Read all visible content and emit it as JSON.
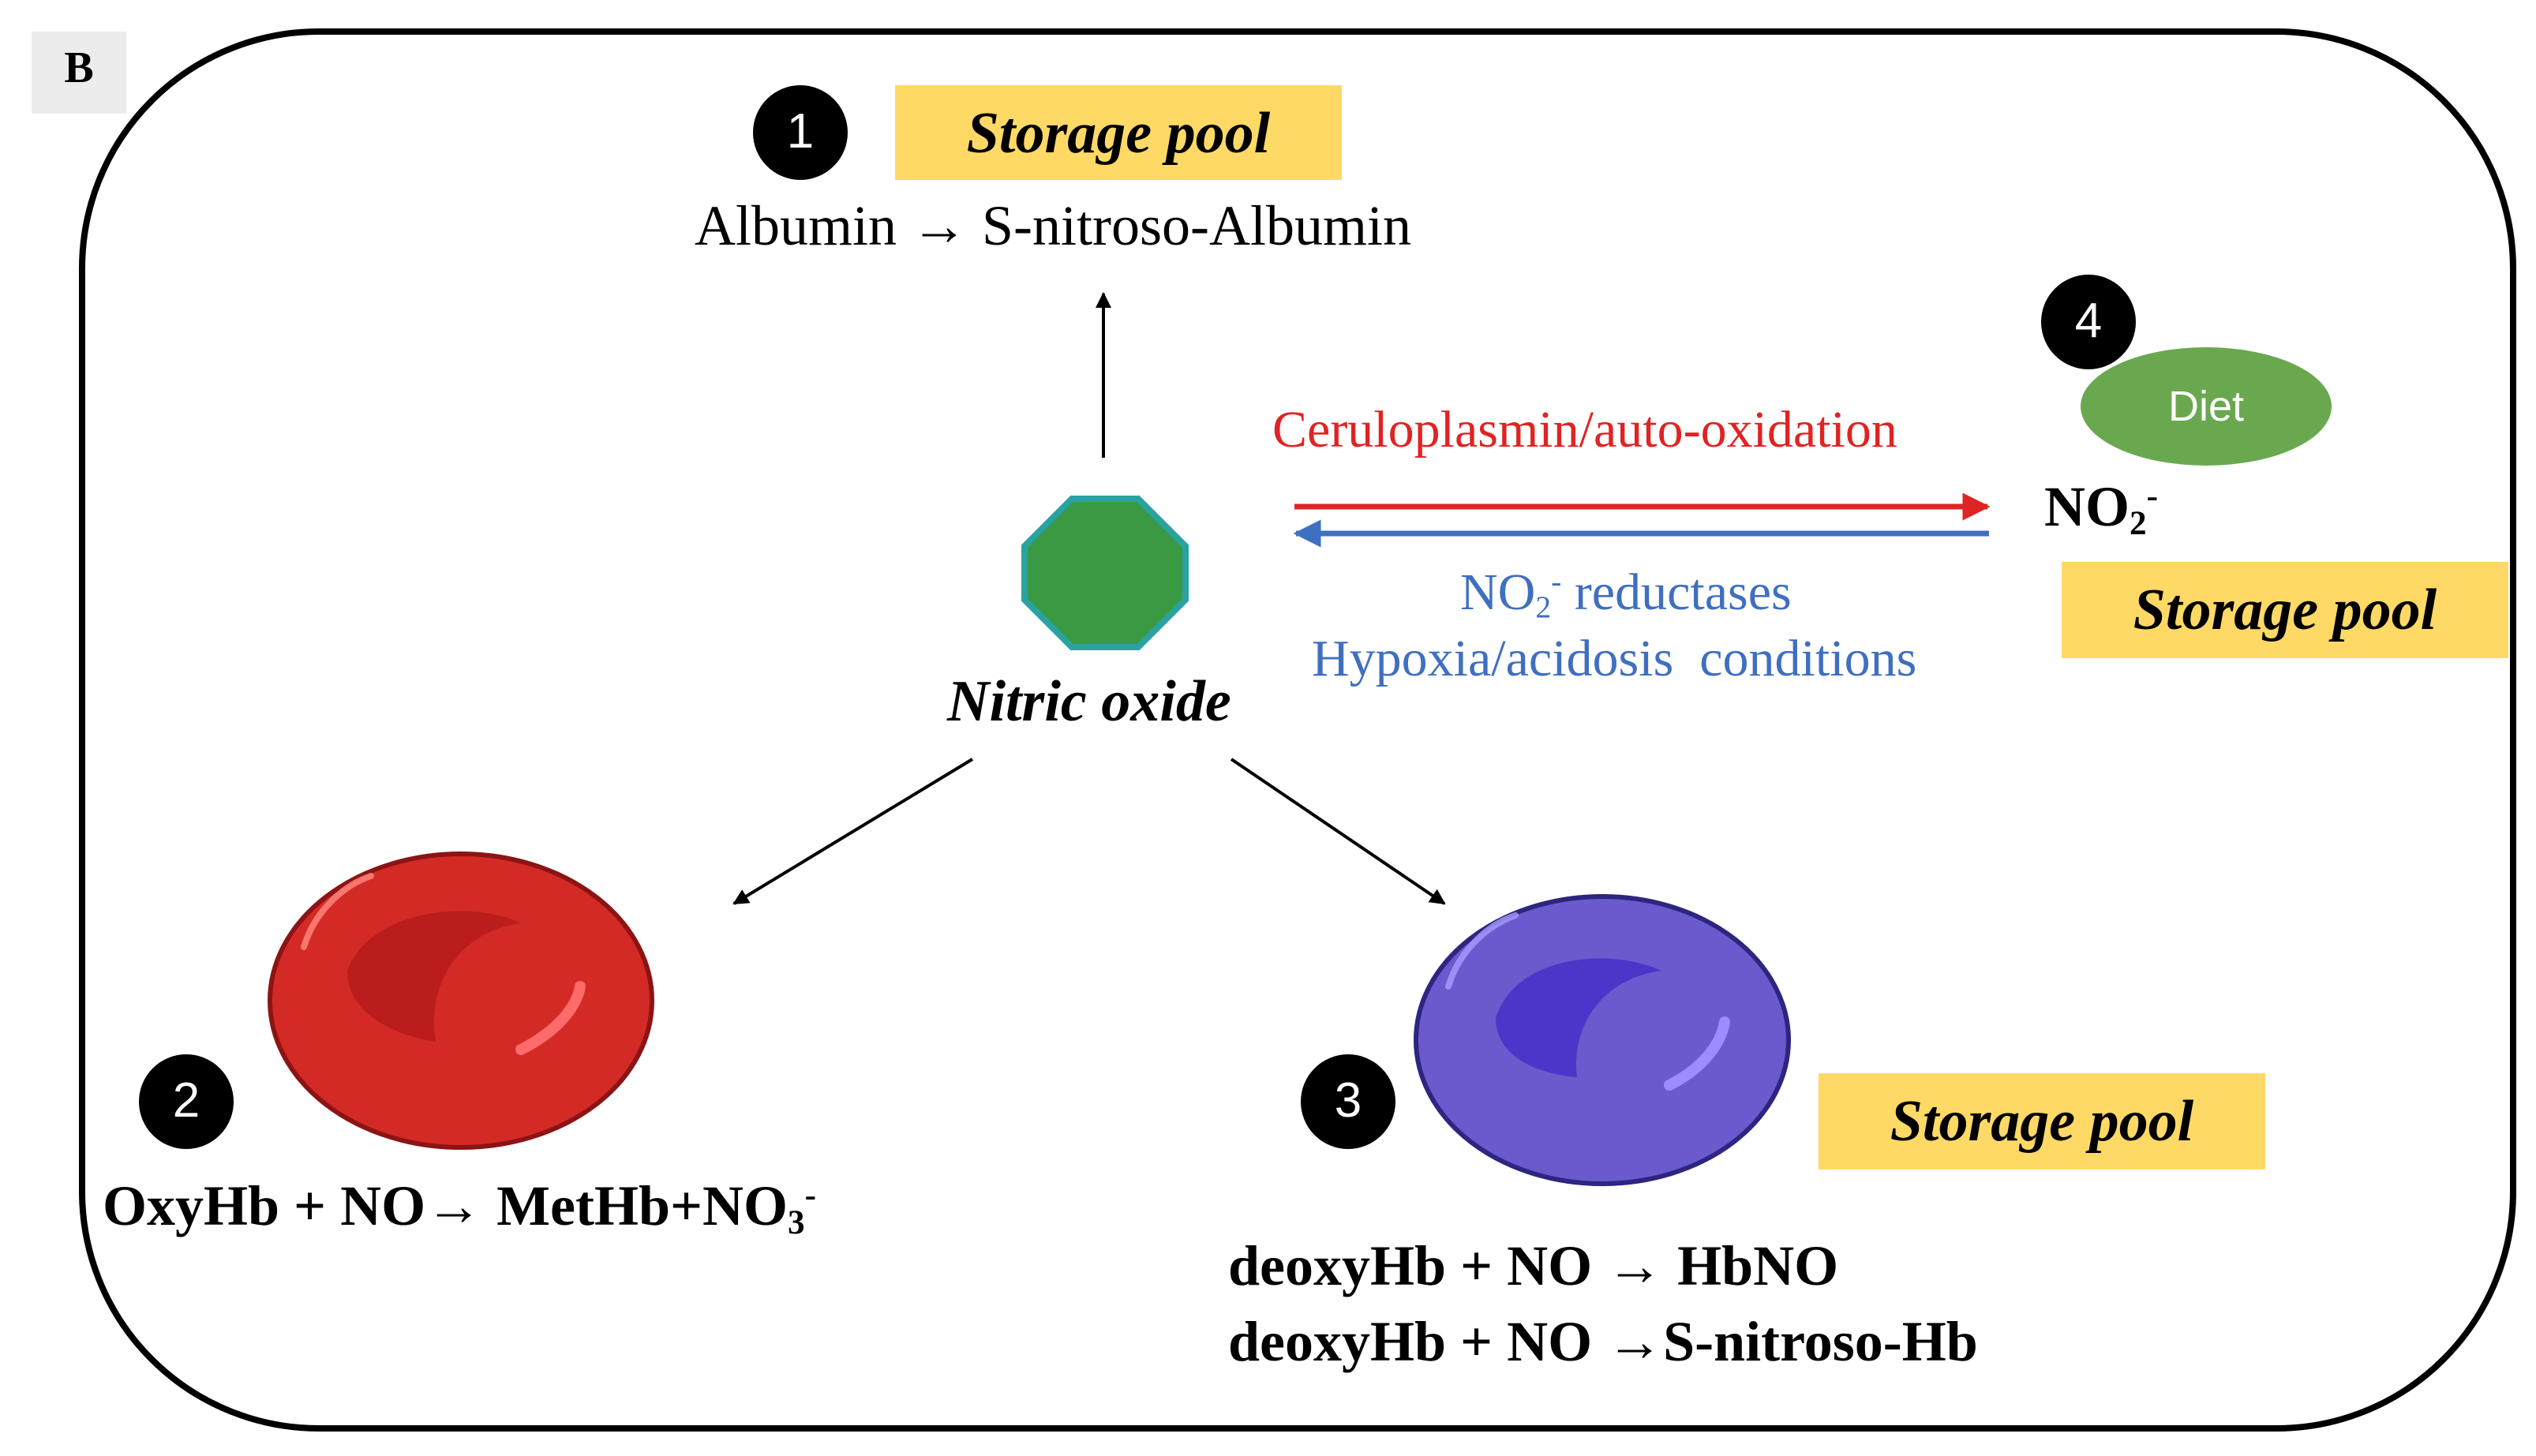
{
  "panel_letter": "B",
  "storage_pool_label": "Storage pool",
  "colors": {
    "storage_pool_fill": "#ffd966",
    "forward_arrow": "#e02323",
    "reverse_arrow": "#3f6fc0",
    "nitric_oxide": "#3a9a44",
    "diet_oval": "#6aa84f",
    "oxy_rbc": "#d42a26",
    "deoxy_rbc": "#6a5acd"
  },
  "steps": [
    {
      "number": "1",
      "reaction": {
        "reactant": "Albumin",
        "product": "S-nitroso-Albumin"
      }
    },
    {
      "number": "2",
      "reaction": {
        "reactants": "OxyHb + NO",
        "products": "MetHb+NO",
        "product_sub": "3",
        "product_sup": "-"
      }
    },
    {
      "number": "3",
      "reactions": [
        {
          "reactants": "deoxyHb + NO",
          "products": "HbNO"
        },
        {
          "reactants": "deoxyHb + NO",
          "products": "S-nitroso-Hb"
        }
      ]
    },
    {
      "number": "4",
      "source": "Diet"
    }
  ],
  "center": {
    "label": "Nitric oxide"
  },
  "nitrite": {
    "base": "NO",
    "sub": "2",
    "sup": "-"
  },
  "forward_label": "Ceruloplasmin/auto-oxidation",
  "reverse_labels": {
    "enzyme_base": "NO",
    "enzyme_sub": "2",
    "enzyme_sup": "-",
    "enzyme_rest": " reductases",
    "conditions": "Hypoxia/acidosis  conditions"
  },
  "arrow_glyph": "→"
}
